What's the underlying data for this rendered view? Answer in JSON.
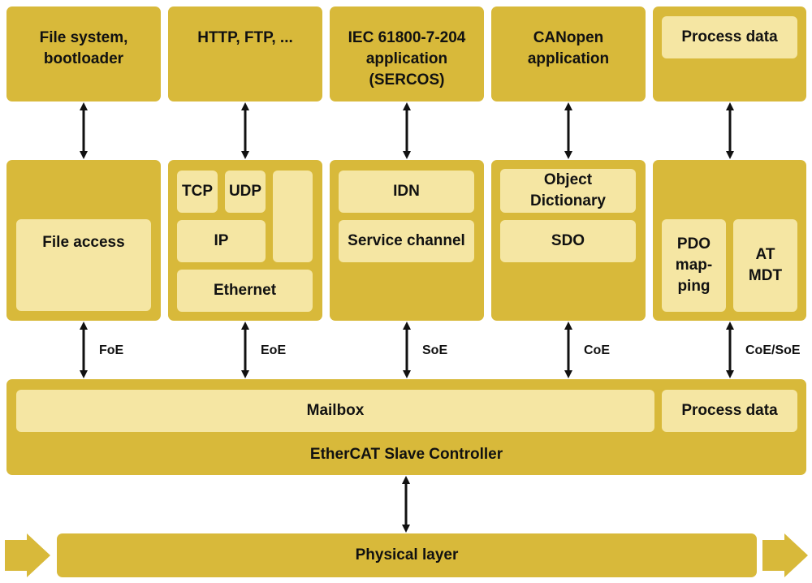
{
  "applications": {
    "file_system": "File system,\nbootloader",
    "http_ftp": "HTTP, FTP, ...",
    "iec": "IEC 61800-7-204\napplication\n(SERCOS)",
    "canopen": "CANopen\napplication",
    "process_data": "Process data"
  },
  "stack": {
    "file_access": "File access",
    "tcp": "TCP",
    "udp": "UDP",
    "ip": "IP",
    "ethernet": "Ethernet",
    "idn": "IDN",
    "service_channel": "Service channel",
    "object_dictionary": "Object\nDictionary",
    "sdo": "SDO",
    "pdo_mapping": "PDO\nmap-\nping",
    "at_mdt": "AT\nMDT"
  },
  "protocols": {
    "foe": "FoE",
    "eoe": "EoE",
    "soe": "SoE",
    "coe": "CoE",
    "coe_soe": "CoE/SoE"
  },
  "controller": {
    "mailbox": "Mailbox",
    "process_data": "Process data",
    "title": "EtherCAT Slave Controller"
  },
  "physical": {
    "label": "Physical layer"
  },
  "colors": {
    "dark": "#d8b93a",
    "light": "#f5e6a3"
  }
}
